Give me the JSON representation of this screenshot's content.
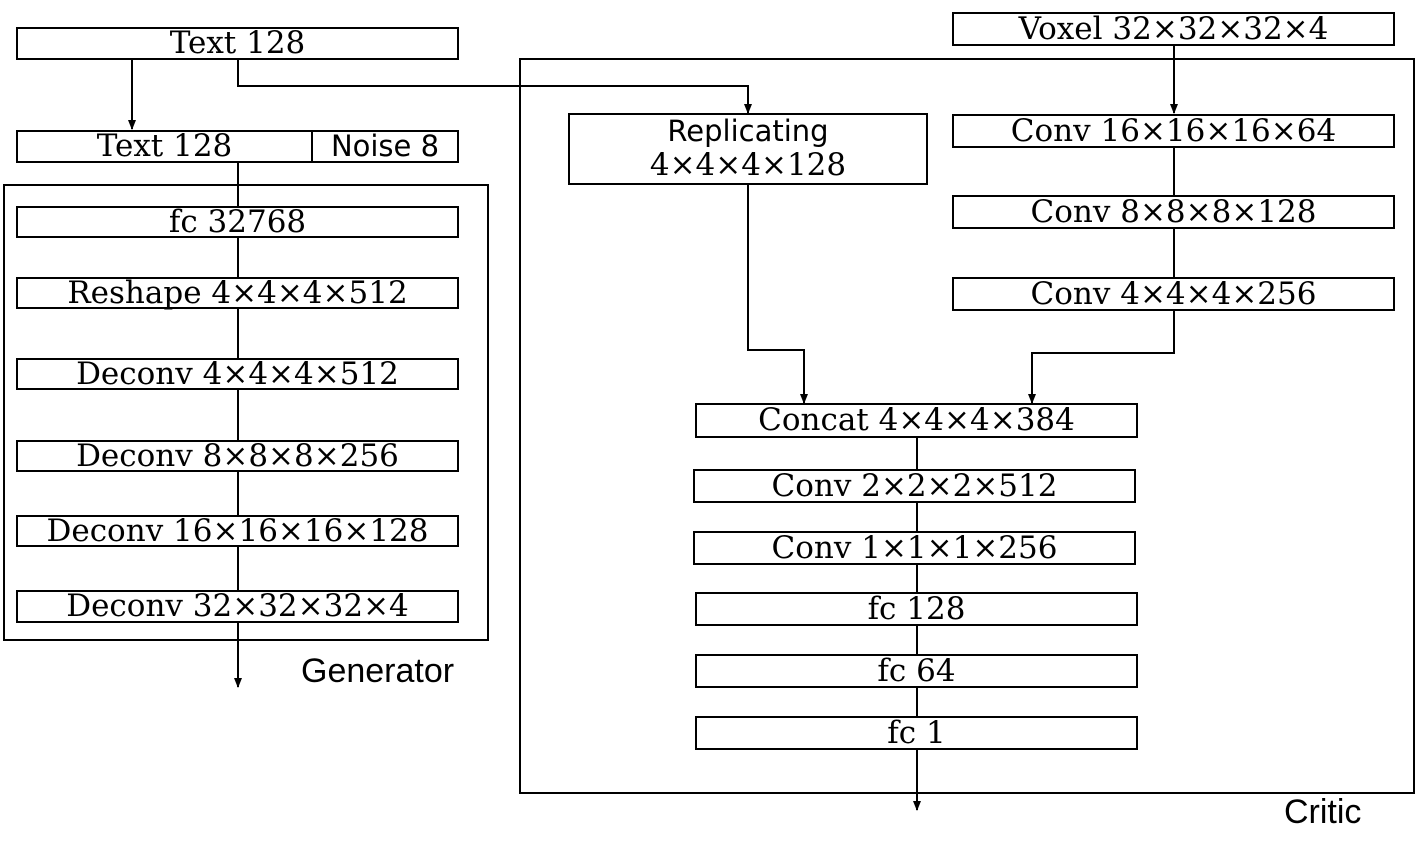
{
  "generator": {
    "label": "Generator",
    "input_text": "Text   128",
    "concat_text": "Text   128",
    "concat_noise": "Noise 8",
    "layers": [
      "fc   32768",
      "Reshape   4×4×4×512",
      "Deconv   4×4×4×512",
      "Deconv   8×8×8×256",
      "Deconv   16×16×16×128",
      "Deconv   32×32×32×4"
    ]
  },
  "critic": {
    "label": "Critic",
    "voxel_input": "Voxel 32×32×32×4",
    "replicating": {
      "line1": "Replicating",
      "line2": "4×4×4×128"
    },
    "voxel_layers": [
      "Conv   16×16×16×64",
      "Conv   8×8×8×128",
      "Conv   4×4×4×256"
    ],
    "concat": "Concat   4×4×4×384",
    "layers": [
      "Conv   2×2×2×512",
      "Conv   1×1×1×256",
      "fc   128",
      "fc   64",
      "fc   1"
    ]
  }
}
